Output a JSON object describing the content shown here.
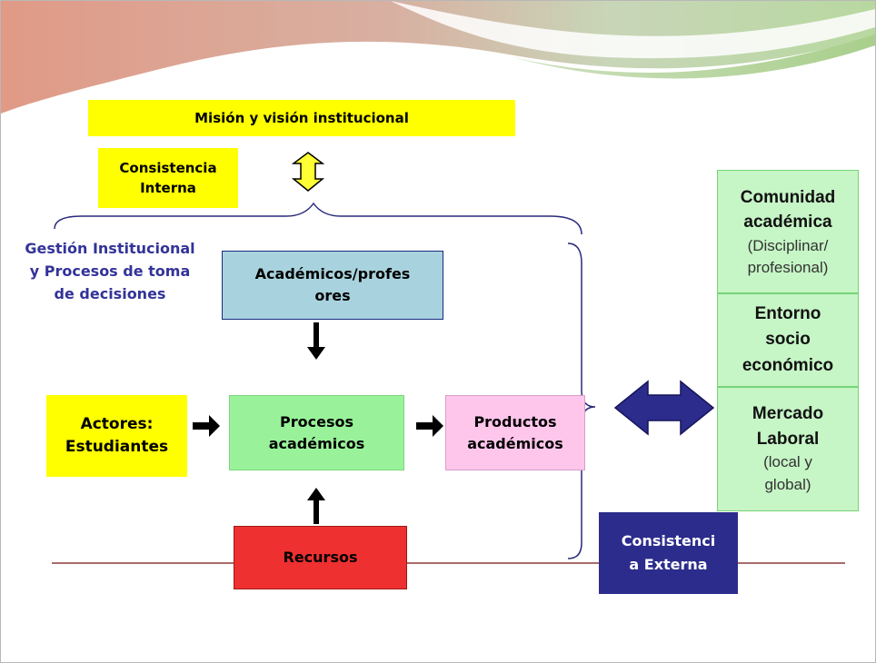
{
  "diagram": {
    "mission_label": "Misión y visión institucional",
    "internal_consistency_label": "Consistencia Interna",
    "management_label": "Gestión Institucional y Procesos de toma de decisiones",
    "academics_label": "Académicos/profes ores",
    "actors_label": "Actores: Estudiantes",
    "processes_label": "Procesos académicos",
    "products_label": "Productos académicos",
    "resources_label": "Recursos",
    "external_consistency_label": "Consistenci a Externa",
    "community": {
      "title": "Comunidad académica",
      "subtitle": "(Disciplinar/ profesional)"
    },
    "environment": {
      "title": "Entorno socio económico"
    },
    "labor_market": {
      "title": "Mercado Laboral",
      "subtitle": "(local y global)"
    }
  },
  "colors": {
    "yellow": "#ffff00",
    "light_blue": "#a8d3de",
    "green": "#99f299",
    "pink": "#ffc6ec",
    "red": "#ee3030",
    "navy": "#2c2c8c",
    "side_green": "#c6f5c6",
    "side_border": "#77d477",
    "heading_blue": "#333399"
  }
}
